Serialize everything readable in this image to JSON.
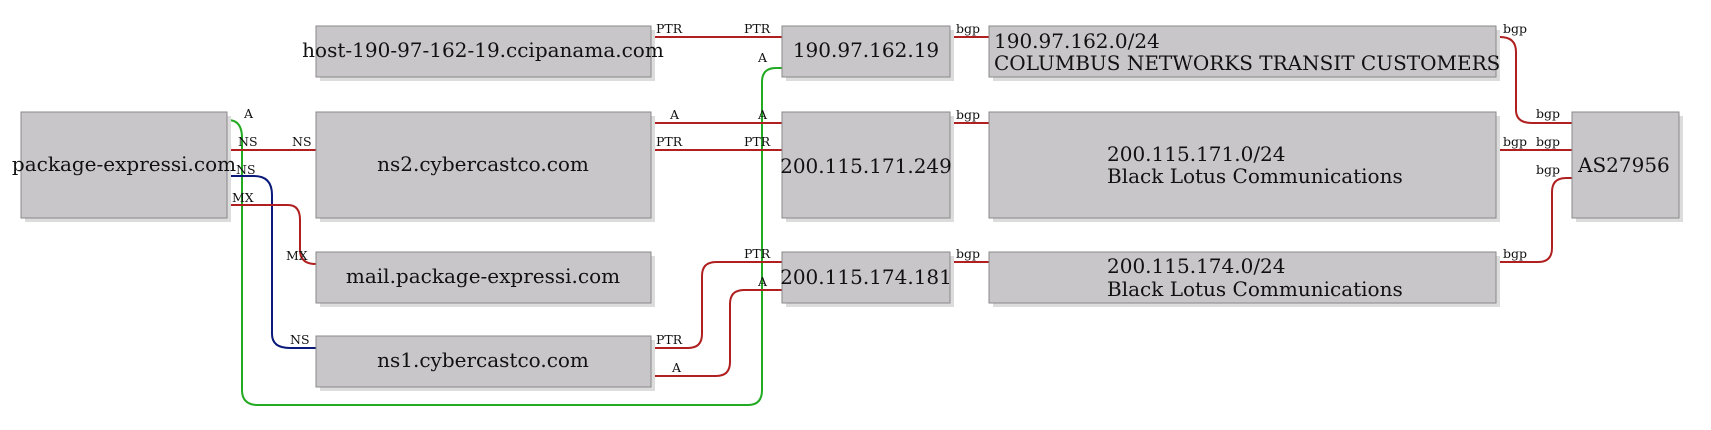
{
  "colors": {
    "ptr_a_mx_bgp": "#b02020",
    "ns_record": "#0a1a7a",
    "a_record_green": "#22aa22"
  },
  "nodes": {
    "domain": {
      "label": "package-expressi.com"
    },
    "host_ptr": {
      "label": "host-190-97-162-19.ccipanama.com"
    },
    "ns2": {
      "label": "ns2.cybercastco.com"
    },
    "mail": {
      "label": "mail.package-expressi.com"
    },
    "ns1": {
      "label": "ns1.cybercastco.com"
    },
    "ip1": {
      "label": "190.97.162.19"
    },
    "ip2": {
      "label": "200.115.171.249"
    },
    "ip3": {
      "label": "200.115.174.181"
    },
    "net1": {
      "line1": "190.97.162.0/24",
      "line2": "COLUMBUS NETWORKS TRANSIT CUSTOMERS"
    },
    "net2": {
      "line1": "200.115.171.0/24",
      "line2": "Black Lotus Communications"
    },
    "net3": {
      "line1": "200.115.174.0/24",
      "line2": "Black Lotus Communications"
    },
    "asn": {
      "label": "AS27956"
    }
  },
  "edge_labels": {
    "a": "A",
    "ns": "NS",
    "mx": "MX",
    "ptr": "PTR",
    "bgp": "bgp"
  }
}
